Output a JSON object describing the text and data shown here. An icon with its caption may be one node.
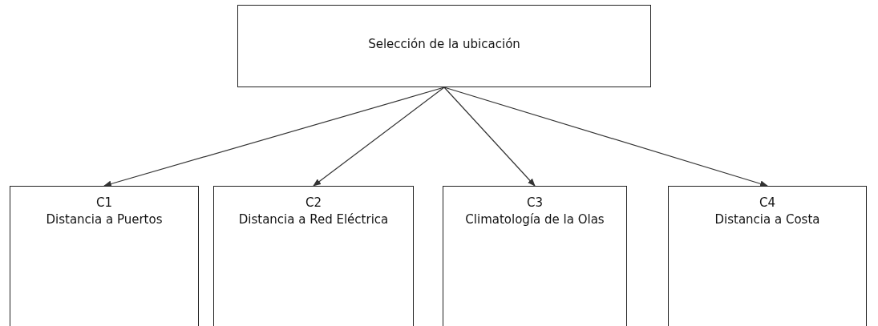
{
  "diagram": {
    "nodes": [
      {
        "text": [
          "Selección de la ubicación"
        ]
      },
      {
        "text": [
          "C1",
          "Distancia a Puertos"
        ]
      },
      {
        "text": [
          "C2",
          "Distancia a Red Eléctrica"
        ]
      },
      {
        "text": [
          "C3",
          "Climatología de la Olas"
        ]
      },
      {
        "text": [
          "C4",
          "Distancia a Costa"
        ]
      }
    ],
    "edges": [
      {
        "from": 0,
        "to": 1,
        "arrow": "to"
      },
      {
        "from": 0,
        "to": 2,
        "arrow": "to"
      },
      {
        "from": 0,
        "to": 3,
        "arrow": "to"
      },
      {
        "from": 0,
        "to": 4,
        "arrow": "to"
      }
    ]
  }
}
